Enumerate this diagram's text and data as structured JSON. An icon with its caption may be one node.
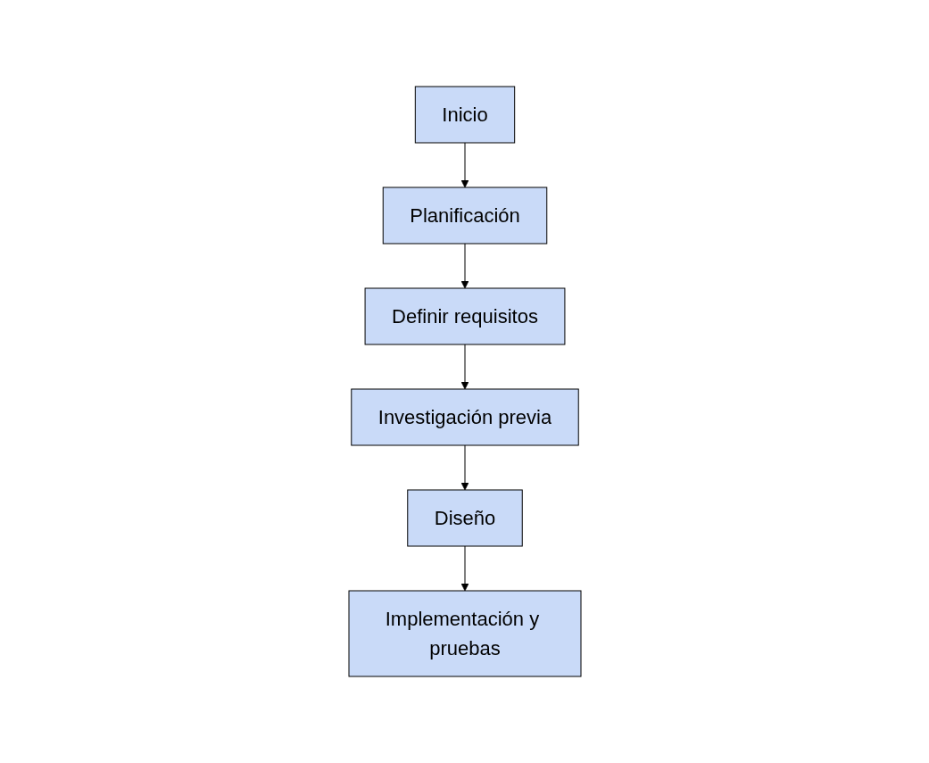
{
  "diagram": {
    "nodes": [
      {
        "text": [
          "Inicio"
        ]
      },
      {
        "text": [
          "Planificación"
        ]
      },
      {
        "text": [
          "Definir requisitos"
        ]
      },
      {
        "text": [
          "Investigación previa"
        ]
      },
      {
        "text": [
          "Diseño"
        ]
      },
      {
        "text": [
          "Implementación y pruebas"
        ]
      }
    ],
    "edges": [
      {
        "from": 0,
        "to": 1,
        "arrow": "to"
      },
      {
        "from": 1,
        "to": 2,
        "arrow": "to"
      },
      {
        "from": 2,
        "to": 3,
        "arrow": "to"
      },
      {
        "from": 3,
        "to": 4,
        "arrow": "to"
      },
      {
        "from": 4,
        "to": 5,
        "arrow": "to"
      }
    ]
  }
}
